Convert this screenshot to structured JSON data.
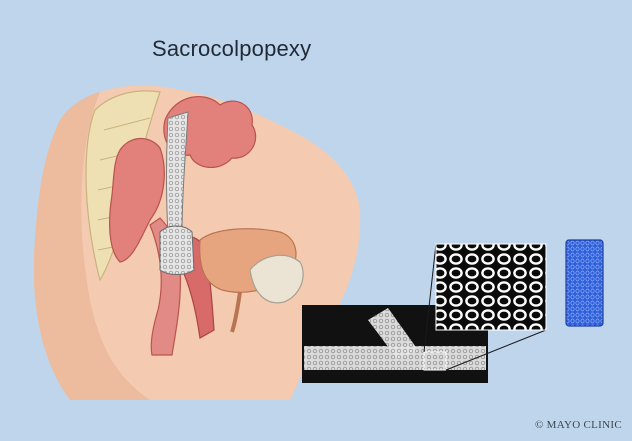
{
  "diagram": {
    "title": "Sacrocolpopexy",
    "credit": "© MAYO CLINIC",
    "colors": {
      "background": "#bfd5ec",
      "tissue": "#f3c9ae",
      "bowel": "#e07c78",
      "bone": "#efe0b4",
      "bladder": "#e7a57f",
      "mesh_panel": "#121212",
      "mesh_sample": "#2f5fd8"
    },
    "icons": [
      "anatomy-illustration",
      "mesh-implant",
      "mesh-closeup",
      "mesh-sample"
    ]
  }
}
